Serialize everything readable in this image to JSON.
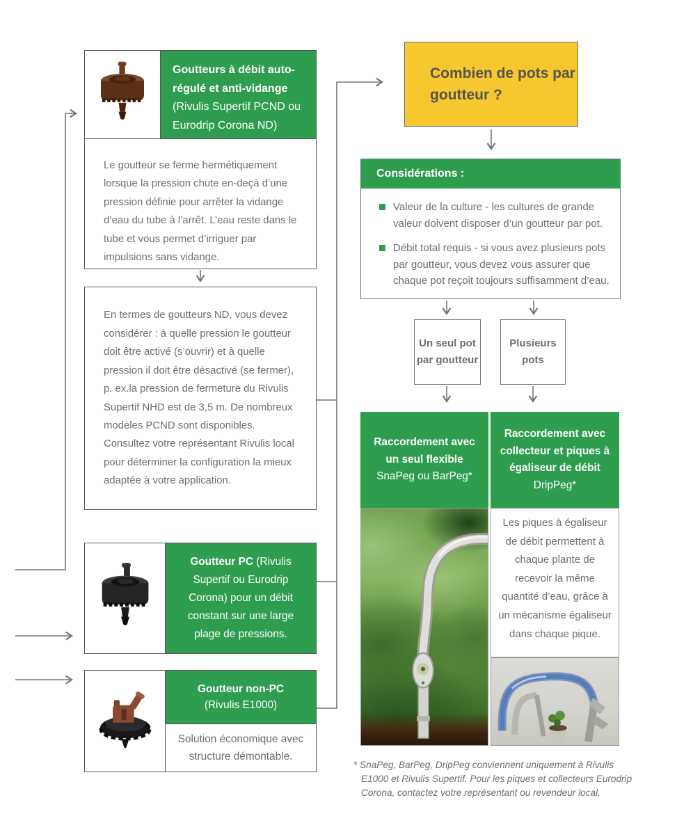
{
  "palette": {
    "green": "#2e9e4e",
    "yellow": "#f6c72f",
    "ink": "#6d6e71",
    "line": "#75767a",
    "yellow_ink": "#55564c",
    "border_dark": "#55565b"
  },
  "left_column": {
    "box1": {
      "image": "brown-pcnd-dripper",
      "title_bold": "Goutteurs à débit auto-régulé et anti-vidange",
      "title_regular": "(Rivulis Supertif PCND ou Eurodrip Corona ND)"
    },
    "box2": {
      "text": "Le goutteur se ferme hermétiquement lorsque la pression chute en-deçà d’une pression définie pour arrêter la vidange d’eau du tube à l’arrêt. L’eau reste dans le tube et vous permet d’irriguer par impulsions sans vidange."
    },
    "box3": {
      "text": "En termes de goutteurs ND, vous devez considérer : à quelle pression le goutteur doit être activé (s’ouvrir) et à quelle pression il doit être désactivé (se fermer), p. ex.la pression de fermeture du Rivulis Supertif NHD est de 3,5 m. De nombreux modèles PCND sont disponibles. Consultez votre représentant Rivulis local pour déterminer la configuration la mieux adaptée à votre application."
    },
    "box4": {
      "image": "black-pc-dripper",
      "title_bold": "Goutteur PC",
      "title_regular": " (Rivulis Supertif ou Eurodrip Corona) pour un débit constant sur une large plage de pressions."
    },
    "box5": {
      "image": "e1000-dripper",
      "header_bold": "Goutteur non-PC",
      "header_regular": "(Rivulis E1000)",
      "body": "Solution économique avec structure démontable."
    }
  },
  "right_column": {
    "question": "Combien de pots par goutteur ?",
    "considerations": {
      "header": "Considérations :",
      "bullets": [
        "Valeur de la culture - les cultures de grande valeur doivent disposer d’un goutteur par pot.",
        "Débit total requis - si vous avez plusieurs pots par goutteur, vous devez vous assurer que chaque pot reçoit toujours suffisamment d’eau."
      ]
    },
    "option_single": "Un seul pot par goutteur",
    "option_multiple": "Plusieurs pots",
    "result_single": {
      "title_bold": "Raccordement avec un seul flexible",
      "subtitle": "SnaPeg ou BarPeg*",
      "image": "snapeg-flexible-in-strawberry-plant"
    },
    "result_multiple": {
      "title_bold": "Raccordement avec collecteur et piques à égaliseur de débit",
      "subtitle": "DripPeg*",
      "body": "Les piques à égaliseur de débit permettent à chaque plante de recevoir la même quantité d’eau, grâce à un mécanisme égaliseur dans chaque pique.",
      "image": "drippeg-collector-with-seedling"
    }
  },
  "footnote": "* SnaPeg, BarPeg, DripPeg conviennent uniquement à Rivulis E1000 et Rivulis Supertif. Pour les piques et collecteurs Eurodrip Corona, contactez votre représentant ou revendeur local."
}
